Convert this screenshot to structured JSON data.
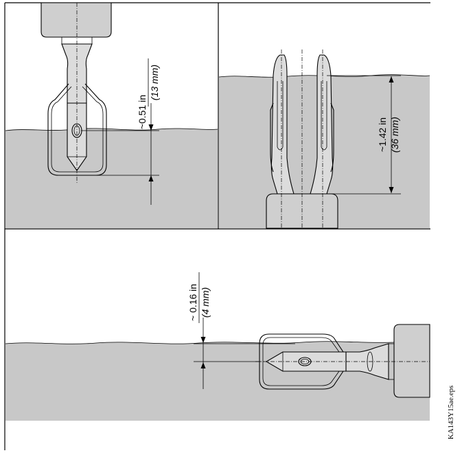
{
  "figure": {
    "panels": [
      {
        "id": "top-left",
        "dimension": {
          "imperial": "~0.51 in",
          "metric": "(13 mm)"
        }
      },
      {
        "id": "top-right",
        "dimension": {
          "imperial": "~1.42 in",
          "metric": "(36 mm)"
        }
      },
      {
        "id": "bottom",
        "dimension": {
          "imperial": "~ 0.16 in",
          "metric": "(4 mm)"
        }
      }
    ],
    "file_reference": "KA143Y15ae.eps",
    "colors": {
      "water": "#c8c8c8",
      "line": "#000000",
      "background": "#ffffff"
    }
  }
}
